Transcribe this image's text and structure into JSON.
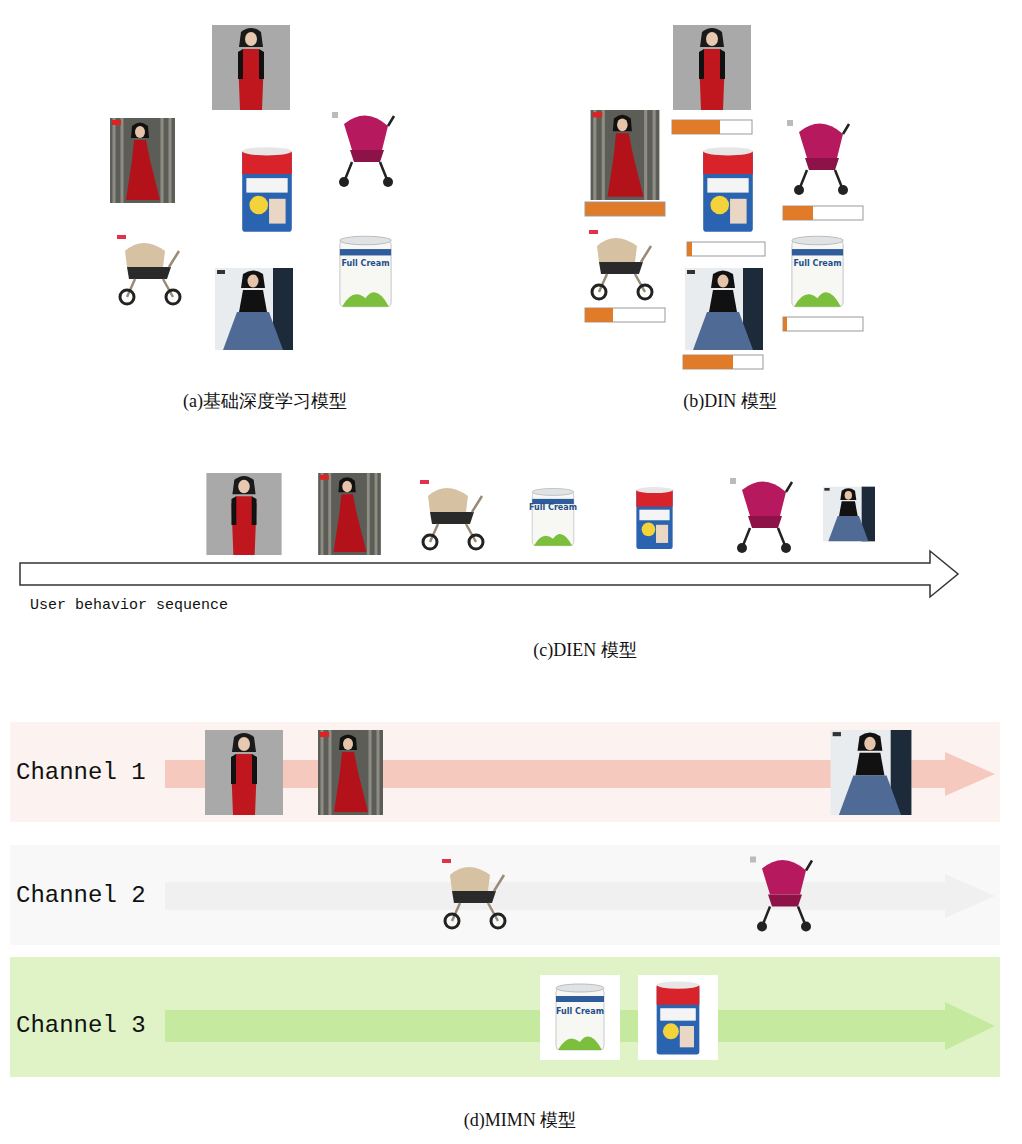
{
  "diagram": {
    "nodes": [
      {
        "text": [
          "Channel 1"
        ]
      },
      {
        "text": [
          "Channel 2"
        ]
      },
      {
        "text": [
          "Channel 3"
        ]
      }
    ],
    "labels": [
      "Full Cream",
      "(a)基础深度学习模型",
      "Full Cream",
      "(b)DIN 模型",
      "Full Cream",
      "User behavior sequence",
      "(c)DIEN 模型",
      "Full Cream",
      "(d)MIMN 模型"
    ]
  }
}
